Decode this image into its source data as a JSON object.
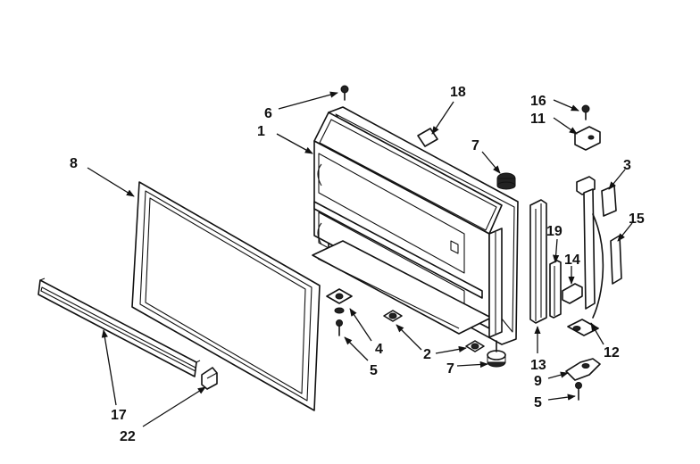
{
  "callouts": {
    "c1": "1",
    "c2": "2",
    "c3": "3",
    "c4": "4",
    "c5a": "5",
    "c5b": "5",
    "c6": "6",
    "c7a": "7",
    "c7b": "7",
    "c8": "8",
    "c9": "9",
    "c11": "11",
    "c12": "12",
    "c13": "13",
    "c14": "14",
    "c15": "15",
    "c16": "16",
    "c17": "17",
    "c18": "18",
    "c19": "19",
    "c22": "22"
  }
}
